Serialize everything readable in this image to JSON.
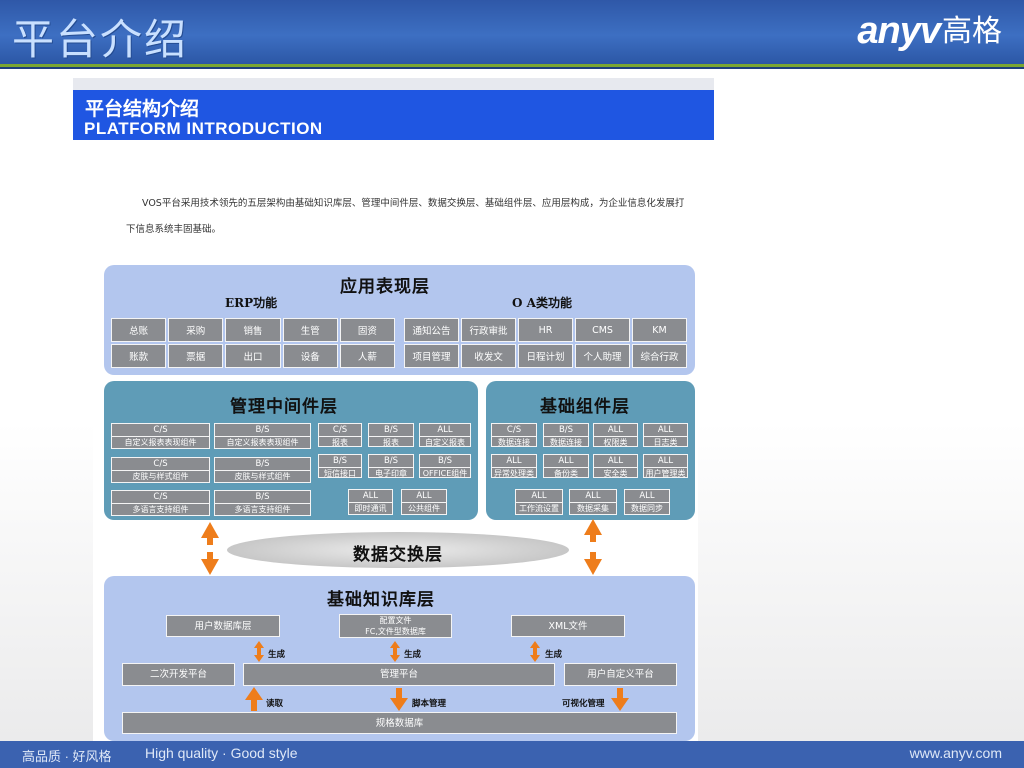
{
  "header": {
    "title": "平台介绍",
    "logo_en": "anyv",
    "logo_cn": "高格"
  },
  "footer": {
    "slogan_cn": "高品质 · 好风格",
    "slogan_en": "High quality · Good style",
    "url": "www.anyv.com"
  },
  "banner": {
    "title_cn": "平台结构介绍",
    "title_en": "PLATFORM  INTRODUCTION"
  },
  "intro": "VOS平台采用技术领先的五层架构由基础知识库层、管理中间件层、数据交换层、基础组件层、应用层构成，为企业信息化发展打下信息系统丰固基础。",
  "app_layer": {
    "title": "应用表现层",
    "erp_title": "ERP功能",
    "oa_title": "O A类功能",
    "erp_items": [
      "总账",
      "采购",
      "销售",
      "生管",
      "固资",
      "账款",
      "票据",
      "出口",
      "设备",
      "人薪"
    ],
    "oa_items": [
      "通知公告",
      "行政审批",
      "HR",
      "CMS",
      "KM",
      "项目管理",
      "收发文",
      "日程计划",
      "个人助理",
      "综合行政"
    ]
  },
  "middleware": {
    "title": "管理中间件层",
    "items": [
      {
        "tag": "C/S",
        "label": "自定义报表表现组件"
      },
      {
        "tag": "B/S",
        "label": "自定义报表表现组件"
      },
      {
        "tag": "C/S",
        "label": "皮肤与样式组件"
      },
      {
        "tag": "B/S",
        "label": "皮肤与样式组件"
      },
      {
        "tag": "C/S",
        "label": "多语言支持组件"
      },
      {
        "tag": "B/S",
        "label": "多语言支持组件"
      },
      {
        "tag": "C/S",
        "label": "报表"
      },
      {
        "tag": "B/S",
        "label": "报表"
      },
      {
        "tag": "ALL",
        "label": "自定义报表"
      },
      {
        "tag": "B/S",
        "label": "短信接口"
      },
      {
        "tag": "B/S",
        "label": "电子印章"
      },
      {
        "tag": "B/S",
        "label": "OFFICE组件"
      },
      {
        "tag": "ALL",
        "label": "即时通讯"
      },
      {
        "tag": "ALL",
        "label": "公共组件"
      }
    ]
  },
  "components": {
    "title": "基础组件层",
    "items": [
      {
        "tag": "C/S",
        "label": "数据连接"
      },
      {
        "tag": "B/S",
        "label": "数据连接"
      },
      {
        "tag": "ALL",
        "label": "权限类"
      },
      {
        "tag": "ALL",
        "label": "日志类"
      },
      {
        "tag": "ALL",
        "label": "异常处理类"
      },
      {
        "tag": "ALL",
        "label": "备份类"
      },
      {
        "tag": "ALL",
        "label": "安全类"
      },
      {
        "tag": "ALL",
        "label": "用户管理类"
      },
      {
        "tag": "ALL",
        "label": "工作流设置"
      },
      {
        "tag": "ALL",
        "label": "数据采集"
      },
      {
        "tag": "ALL",
        "label": "数据同步"
      }
    ]
  },
  "exchange": {
    "title": "数据交换层"
  },
  "knowledge": {
    "title": "基础知识库层",
    "user_db": "用户数据库层",
    "config_line1": "配置文件",
    "config_line2": "FC,文件型数据库",
    "xml": "XML文件",
    "gen1": "生成",
    "gen2": "生成",
    "gen3": "生成",
    "dev_platform": "二次开发平台",
    "mgmt_platform": "管理平台",
    "user_platform": "用户自定义平台",
    "read": "读取",
    "script": "脚本管理",
    "visual": "可视化管理",
    "spec_db": "规格数据库"
  },
  "colors": {
    "header": "#3d6fc2",
    "accent_line": "#7aa632",
    "banner": "#1f56e2",
    "panel_light": "#b3c6ee",
    "panel_dark": "#5f9cb7",
    "cell": "#8a8c90",
    "arrow": "#ee7d1b"
  }
}
